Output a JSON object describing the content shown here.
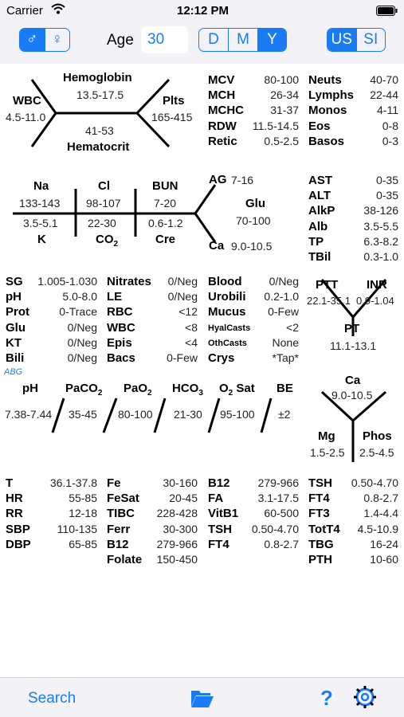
{
  "status": {
    "carrier": "Carrier",
    "time": "12:12 PM"
  },
  "header": {
    "sex_male": "♂",
    "sex_female": "♀",
    "age_label": "Age",
    "age_value": "30",
    "unit_d": "D",
    "unit_m": "M",
    "unit_y": "Y",
    "units_us": "US",
    "units_si": "SI",
    "accent_color": "#1a7cf5"
  },
  "cbc": {
    "wbc": "WBC",
    "wbc_range": "4.5-11.0",
    "hgb": "Hemoglobin",
    "hgb_range": "13.5-17.5",
    "plts": "Plts",
    "plts_range": "165-415",
    "hct_range": "41-53",
    "hct": "Hematocrit"
  },
  "indices": [
    {
      "k": "MCV",
      "v": "80-100"
    },
    {
      "k": "MCH",
      "v": "26-34"
    },
    {
      "k": "MCHC",
      "v": "31-37"
    },
    {
      "k": "RDW",
      "v": "11.5-14.5"
    },
    {
      "k": "Retic",
      "v": "0.5-2.5"
    }
  ],
  "diff": [
    {
      "k": "Neuts",
      "v": "40-70"
    },
    {
      "k": "Lymphs",
      "v": "22-44"
    },
    {
      "k": "Monos",
      "v": "4-11"
    },
    {
      "k": "Eos",
      "v": "0-8"
    },
    {
      "k": "Basos",
      "v": "0-3"
    }
  ],
  "bmp": {
    "na": "Na",
    "na_range": "133-143",
    "cl": "Cl",
    "cl_range": "98-107",
    "bun": "BUN",
    "bun_range": "7-20",
    "k_range": "3.5-5.1",
    "k": "K",
    "co2_range": "22-30",
    "co2": "CO",
    "co2_sub": "2",
    "cre_range": "0.6-1.2",
    "cre": "Cre",
    "ag": "AG",
    "ag_range": "7-16",
    "glu": "Glu",
    "glu_range": "70-100",
    "ca": "Ca",
    "ca_range": "9.0-10.5"
  },
  "lft": [
    {
      "k": "AST",
      "v": "0-35"
    },
    {
      "k": "ALT",
      "v": "0-35"
    },
    {
      "k": "AlkP",
      "v": "38-126"
    },
    {
      "k": "Alb",
      "v": "3.5-5.5"
    },
    {
      "k": "TP",
      "v": "6.3-8.2"
    },
    {
      "k": "TBil",
      "v": "0.3-1.0"
    }
  ],
  "ua1": [
    {
      "k": "SG",
      "v": "1.005-1.030"
    },
    {
      "k": "pH",
      "v": "5.0-8.0"
    },
    {
      "k": "Prot",
      "v": "0-Trace"
    },
    {
      "k": "Glu",
      "v": "0/Neg"
    },
    {
      "k": "KT",
      "v": "0/Neg"
    },
    {
      "k": "Bili",
      "v": "0/Neg"
    }
  ],
  "ua2": [
    {
      "k": "Nitrates",
      "v": "0/Neg"
    },
    {
      "k": "LE",
      "v": "0/Neg"
    },
    {
      "k": "RBC",
      "v": "<12"
    },
    {
      "k": "WBC",
      "v": "<8"
    },
    {
      "k": "Epis",
      "v": "<4"
    },
    {
      "k": "Bacs",
      "v": "0-Few"
    }
  ],
  "ua3": [
    {
      "k": "Blood",
      "v": "0/Neg"
    },
    {
      "k": "Urobili",
      "v": "0.2-1.0"
    },
    {
      "k": "Mucus",
      "v": "0-Few"
    },
    {
      "k": "HyalCasts",
      "v": "<2"
    },
    {
      "k": "OthCasts",
      "v": "None"
    },
    {
      "k": "Crys",
      "v": "*Tap*"
    }
  ],
  "coag": {
    "ptt": "PTT",
    "inr": "INR",
    "ptt_range": "22.1-35.1",
    "inr_range": "0.9-1.04",
    "pt": "PT",
    "pt_range": "11.1-13.1"
  },
  "abg": {
    "tag": "ABG",
    "ph": "pH",
    "ph_range": "7.38-7.44",
    "paco2": "PaCO",
    "paco2_sub": "2",
    "paco2_range": "35-45",
    "pao2": "PaO",
    "pao2_sub": "2",
    "pao2_range": "80-100",
    "hco3": "HCO",
    "hco3_sub": "3",
    "hco3_range": "21-30",
    "o2sat_o": "O",
    "o2sat_sub": "2",
    "o2sat": " Sat",
    "o2sat_range": "95-100",
    "be": "BE",
    "be_range": "±2"
  },
  "minerals": {
    "ca": "Ca",
    "ca_range": "9.0-10.5",
    "mg": "Mg",
    "mg_range": "1.5-2.5",
    "phos": "Phos",
    "phos_range": "2.5-4.5"
  },
  "vitals": [
    {
      "k": "T",
      "v": "36.1-37.8"
    },
    {
      "k": "HR",
      "v": "55-85"
    },
    {
      "k": "RR",
      "v": "12-18"
    },
    {
      "k": "SBP",
      "v": "110-135"
    },
    {
      "k": "DBP",
      "v": "65-85"
    }
  ],
  "iron": [
    {
      "k": "Fe",
      "v": "30-160"
    },
    {
      "k": "FeSat",
      "v": "20-45"
    },
    {
      "k": "TIBC",
      "v": "228-428"
    },
    {
      "k": "Ferr",
      "v": "30-300"
    },
    {
      "k": "B12",
      "v": "279-966"
    },
    {
      "k": "Folate",
      "v": "150-450"
    }
  ],
  "vit": [
    {
      "k": "B12",
      "v": "279-966"
    },
    {
      "k": "FA",
      "v": "3.1-17.5"
    },
    {
      "k": "VitB1",
      "v": "60-500"
    },
    {
      "k": "TSH",
      "v": "0.50-4.70"
    },
    {
      "k": "FT4",
      "v": "0.8-2.7"
    }
  ],
  "thyroid": [
    {
      "k": "TSH",
      "v": "0.50-4.70"
    },
    {
      "k": "FT4",
      "v": "0.8-2.7"
    },
    {
      "k": "FT3",
      "v": "1.4-4.4"
    },
    {
      "k": "TotT4",
      "v": "4.5-10.9"
    },
    {
      "k": "TBG",
      "v": "16-24"
    },
    {
      "k": "PTH",
      "v": "10-60"
    }
  ],
  "tabbar": {
    "search": "Search"
  }
}
